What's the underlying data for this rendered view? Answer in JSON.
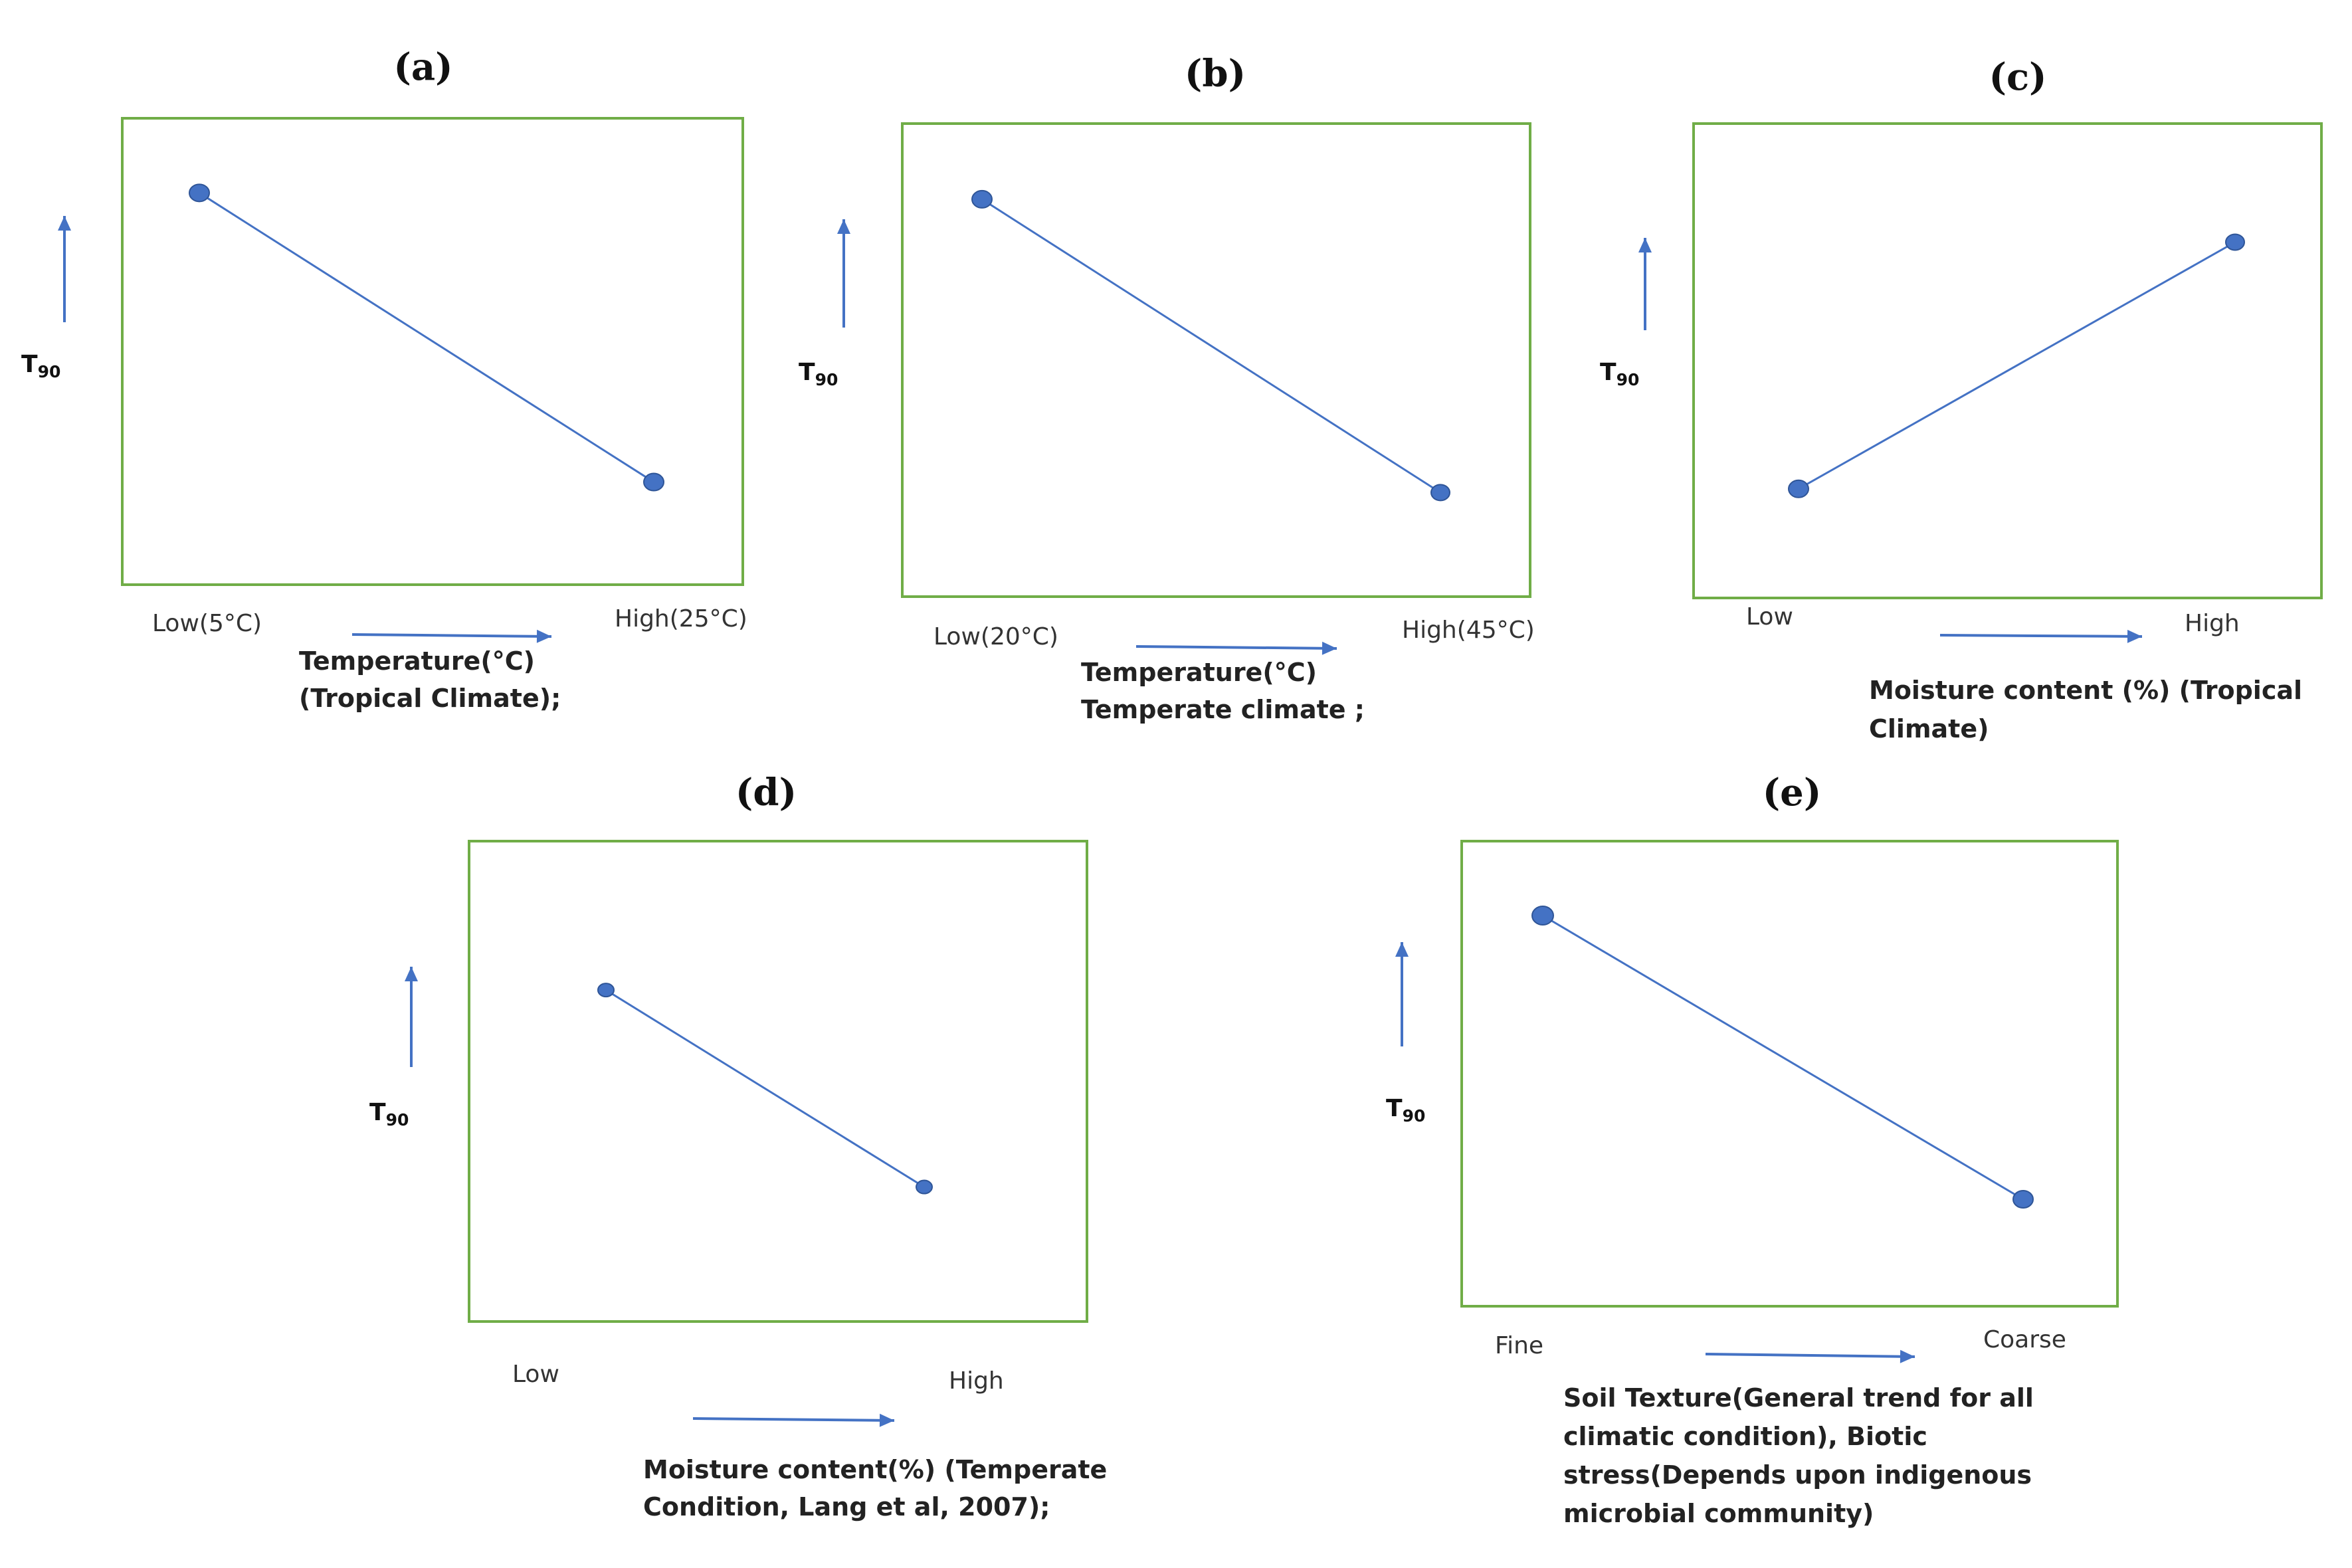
{
  "colors": {
    "frame": "#70ad47",
    "series": "#4472c4",
    "arrow": "#4472c4",
    "text": "#333333"
  },
  "chart_data": [
    {
      "type": "line",
      "panel_label": "(a)",
      "ylabel": "T",
      "ylabel_sub": "90",
      "xticks": [
        "Low(5°C)",
        "High(25°C)"
      ],
      "xlabel_lines": [
        "Temperature(°C)",
        "(Tropical Climate);"
      ],
      "series": [
        {
          "x": [
            "Low(5°C)",
            "High(25°C)"
          ],
          "values": [
            0.84,
            0.22
          ]
        }
      ],
      "ylim": [
        0,
        1
      ]
    },
    {
      "type": "line",
      "panel_label": "(b)",
      "ylabel": "T",
      "ylabel_sub": "90",
      "xticks": [
        "Low(20°C)",
        "High(45°C)"
      ],
      "xlabel_lines": [
        "Temperature(°C)",
        "Temperate climate  ;"
      ],
      "series": [
        {
          "x": [
            "Low(20°C)",
            "High(45°C)"
          ],
          "values": [
            0.84,
            0.22
          ]
        }
      ],
      "ylim": [
        0,
        1
      ]
    },
    {
      "type": "line",
      "panel_label": "(c)",
      "ylabel": "T",
      "ylabel_sub": "90",
      "xticks": [
        "Low",
        "High"
      ],
      "xlabel_lines": [
        "Moisture content (%) (Tropical",
        "Climate)"
      ],
      "series": [
        {
          "x": [
            "Low",
            "High"
          ],
          "values": [
            0.23,
            0.75
          ]
        }
      ],
      "ylim": [
        0,
        1
      ]
    },
    {
      "type": "line",
      "panel_label": "(d)",
      "ylabel": "T",
      "ylabel_sub": "90",
      "xticks": [
        "Low",
        "High"
      ],
      "xlabel_lines": [
        "Moisture content(%) (Temperate",
        "Condition, Lang et al, 2007);"
      ],
      "series": [
        {
          "x": [
            "Low",
            "High"
          ],
          "values": [
            0.69,
            0.28
          ]
        }
      ],
      "ylim": [
        0,
        1
      ]
    },
    {
      "type": "line",
      "panel_label": "(e)",
      "ylabel": "T",
      "ylabel_sub": "90",
      "xticks": [
        "Fine",
        "Coarse"
      ],
      "xlabel_lines": [
        "Soil Texture(General trend  for all",
        "climatic condition), Biotic",
        "stress(Depends upon indigenous",
        "microbial community)"
      ],
      "series": [
        {
          "x": [
            "Fine",
            "Coarse"
          ],
          "values": [
            0.84,
            0.23
          ]
        }
      ],
      "ylim": [
        0,
        1
      ]
    }
  ]
}
